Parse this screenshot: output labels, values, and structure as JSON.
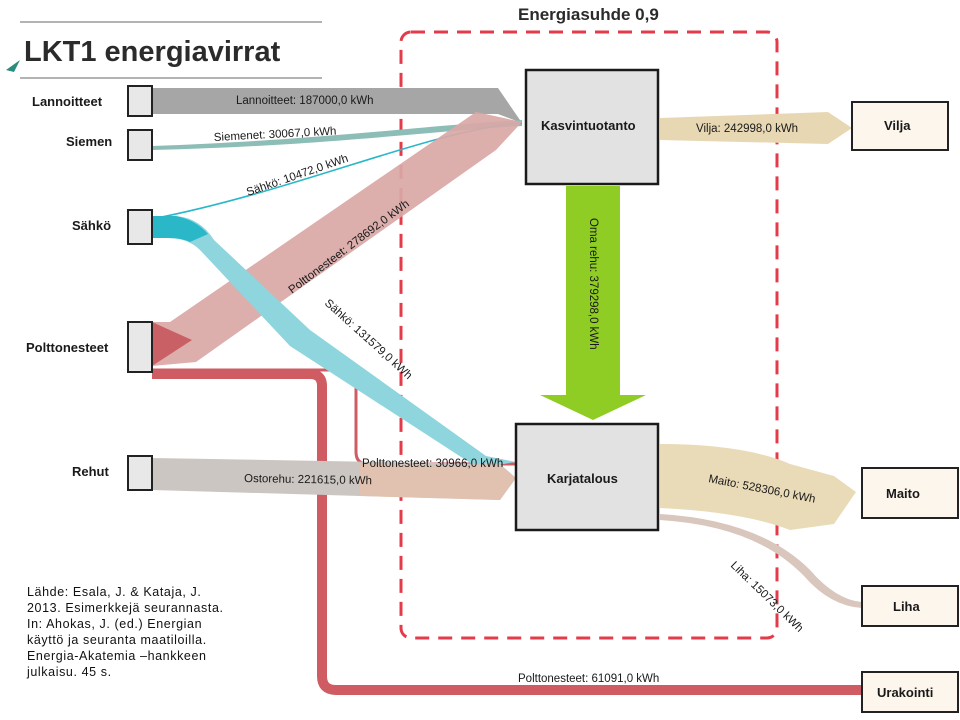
{
  "title": "LKT1 energiavirrat",
  "ratio_label": "Energiasuhde 0,9",
  "inputs": {
    "lannoitteet": "Lannoitteet",
    "siemen": "Siemen",
    "sahko": "Sähkö",
    "polttonesteet": "Polttonesteet",
    "rehut": "Rehut"
  },
  "processes": {
    "kasvintuotanto": "Kasvintuotanto",
    "karjatalous": "Karjatalous"
  },
  "outputs": {
    "vilja": "Vilja",
    "maito": "Maito",
    "liha": "Liha",
    "urakointi": "Urakointi"
  },
  "flows": {
    "lannoitteet": "Lannoitteet: 187000,0 kWh",
    "siemenet": "Siemenet: 30067,0 kWh",
    "sahko_kasvi": "Sähkö: 10472,0 kWh",
    "polttonesteet_kasvi": "Polttonesteet: 278692,0 kWh",
    "sahko_karja": "Sähkö: 131579,0 kWh",
    "polttonesteet_karja": "Polttonesteet: 30966,0 kWh",
    "ostorehu": "Ostorehu: 221615,0 kWh",
    "oma_rehu": "Oma rehu: 379298,0 kWh",
    "vilja": "Vilja: 242998,0 kWh",
    "maito": "Maito: 528306,0 kWh",
    "liha": "Liha: 15073,0 kWh",
    "polttonesteet_urakointi": "Polttonesteet: 61091,0 kWh"
  },
  "source_note": "Lähde: Esala, J. & Kataja, J.\n2013. Esimerkkejä seurannasta.\nIn: Ahokas, J. (ed.) Energian\nkäyttö ja seuranta maatiloilla.\nEnergia-Akatemia –hankkeen\njulkaisu. 45 s."
}
